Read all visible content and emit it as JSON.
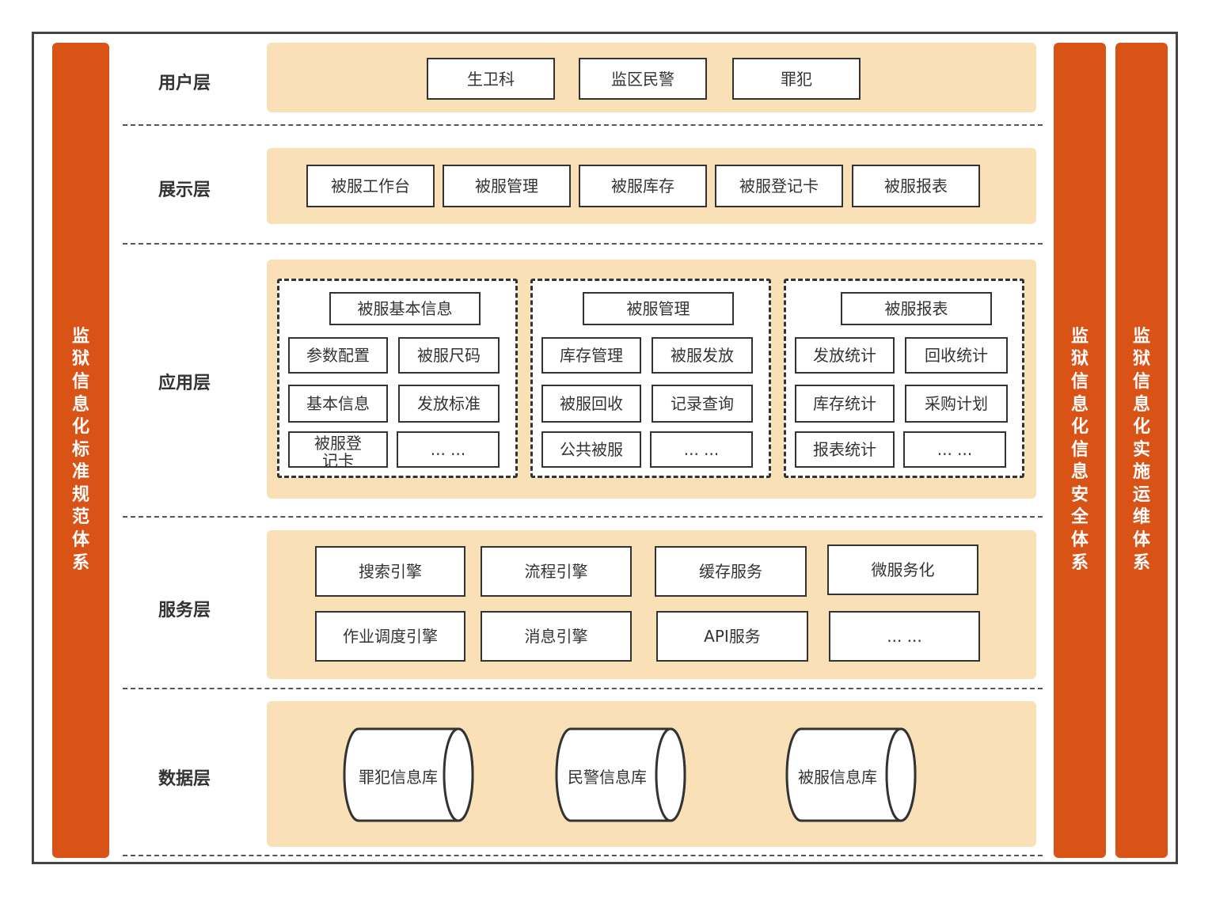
{
  "side_bars": {
    "left": "监狱信息化标准规范体系",
    "right_security": "监狱信息化信息安全体系",
    "right_ops": "监狱信息化实施运维体系"
  },
  "layers": {
    "user": {
      "label": "用户层",
      "items": [
        "生卫科",
        "监区民警",
        "罪犯"
      ]
    },
    "display": {
      "label": "展示层",
      "items": [
        "被服工作台",
        "被服管理",
        "被服库存",
        "被服登记卡",
        "被服报表"
      ]
    },
    "application": {
      "label": "应用层",
      "groups": [
        {
          "title": "被服基本信息",
          "items": [
            "参数配置",
            "被服尺码",
            "基本信息",
            "发放标准",
            "被服登记卡",
            "... ..."
          ]
        },
        {
          "title": "被服管理",
          "items": [
            "库存管理",
            "被服发放",
            "被服回收",
            "记录查询",
            "公共被服",
            "... ..."
          ]
        },
        {
          "title": "被服报表",
          "items": [
            "发放统计",
            "回收统计",
            "库存统计",
            "采购计划",
            "报表统计",
            "... ..."
          ]
        }
      ]
    },
    "service": {
      "label": "服务层",
      "items": [
        "搜索引擎",
        "流程引擎",
        "缓存服务",
        "微服务化",
        "作业调度引擎",
        "消息引擎",
        "API服务",
        "... ..."
      ]
    },
    "data": {
      "label": "数据层",
      "items": [
        "罪犯信息库",
        "民警信息库",
        "被服信息库"
      ]
    }
  },
  "colors": {
    "accent": "#d95216",
    "band": "#fae0b6",
    "border": "#333333"
  }
}
